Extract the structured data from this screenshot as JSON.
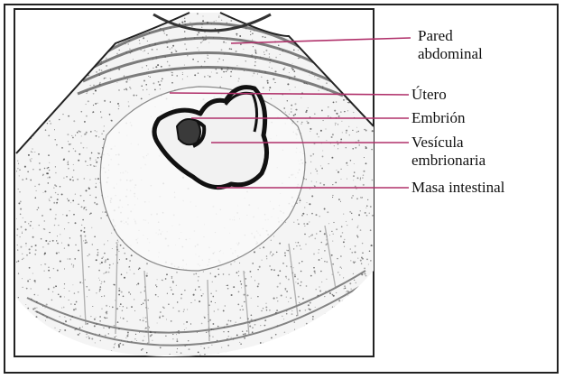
{
  "colors": {
    "frame": "#222222",
    "leader_line": "#b0306a",
    "ink": "#1a1a1a",
    "stipple": "#444444",
    "background": "#ffffff"
  },
  "labels": [
    {
      "id": "pared",
      "lines": [
        "Pared",
        "abdominal"
      ]
    },
    {
      "id": "utero",
      "lines": [
        "Útero"
      ]
    },
    {
      "id": "embrion",
      "lines": [
        "Embrión"
      ]
    },
    {
      "id": "vesicula",
      "lines": [
        "Vesícula",
        "embrionaria"
      ]
    },
    {
      "id": "masa",
      "lines": [
        "Masa intestinal"
      ]
    }
  ]
}
